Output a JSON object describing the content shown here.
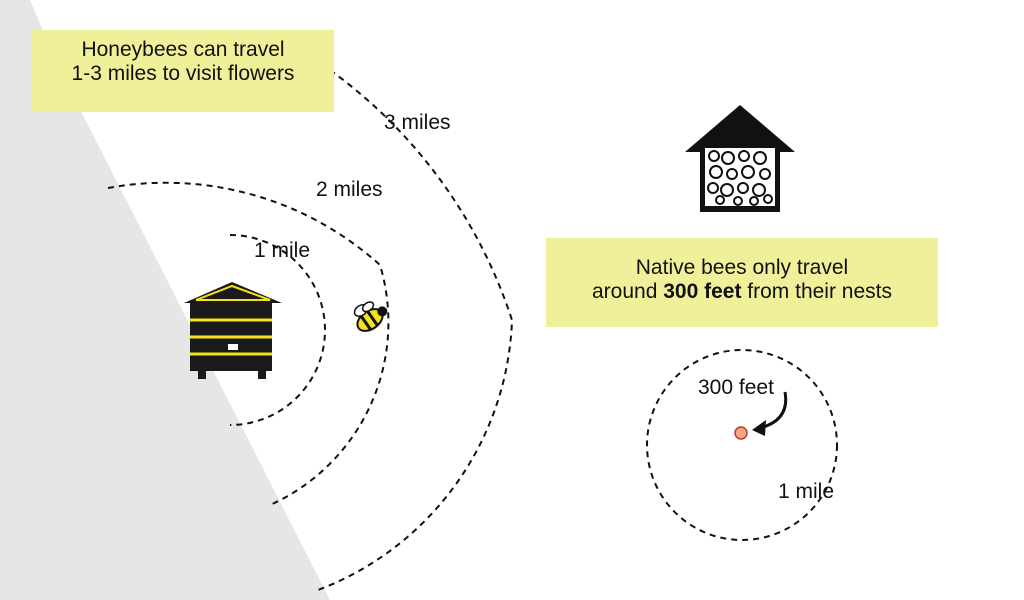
{
  "callouts": {
    "honeybee_line1": "Honeybees can travel",
    "honeybee_line2": "1-3 miles to visit flowers",
    "native_line1": "Native bees only travel",
    "native_line2_pre": "around ",
    "native_line2_bold": "300 feet",
    "native_line2_post": " from their nests"
  },
  "range_labels": {
    "three_miles": "3 miles",
    "two_miles": "2 miles",
    "one_mile": "1 mile",
    "native_300_feet": "300 feet",
    "native_one_mile": "1 mile"
  },
  "icons": {
    "hive": "beehive-icon",
    "bee": "honeybee-icon",
    "nest": "bee-hotel-icon",
    "nest_dot": "nest-dot-icon",
    "arrow": "curved-arrow-icon"
  },
  "colors": {
    "callout_bg": "#f0f09a",
    "panel_gray": "#e6e6e6",
    "hive_body": "#1a1a1a",
    "hive_stripes": "#f5e21b",
    "dot_fill": "#f4a582",
    "dot_stroke": "#c0392b"
  }
}
